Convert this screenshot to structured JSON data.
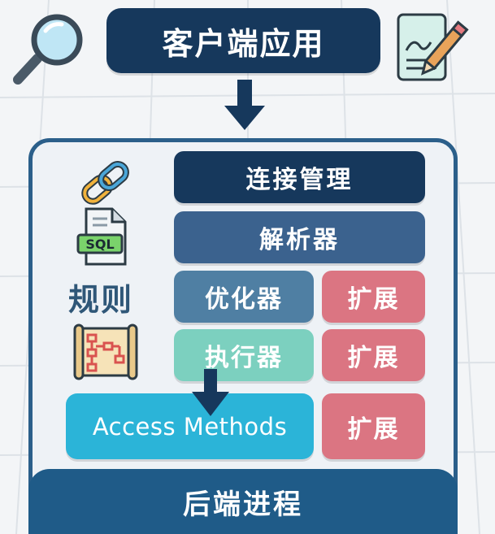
{
  "client_app": "客户端应用",
  "connection_mgmt": "连接管理",
  "parser": "解析器",
  "optimizer": "优化器",
  "executor": "执行器",
  "extension_label": "扩展",
  "access_methods": "Access Methods",
  "backend_process": "后端进程",
  "rules_label": "规则",
  "sql_icon_text": "SQL",
  "icons": [
    "magnifier-icon",
    "edit-document-icon",
    "chain-link-icon",
    "sql-file-icon",
    "flowchart-scroll-icon"
  ],
  "colors": {
    "dark_navy": "#16385c",
    "parser_blue": "#3b628e",
    "optimizer_blue": "#4f7fa3",
    "executor_teal": "#7cd0bf",
    "extension_pink": "#db7582",
    "access_cyan": "#2bb4d8",
    "backend_blue": "#1f5b88"
  }
}
